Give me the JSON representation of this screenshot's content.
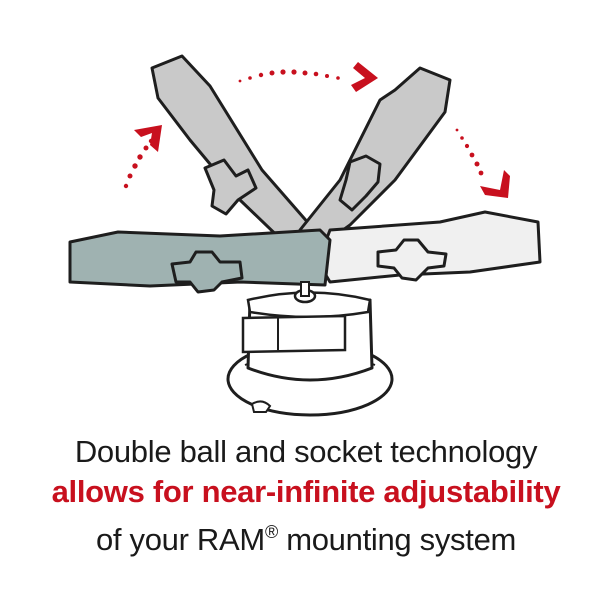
{
  "caption": {
    "line1": "Double ball and socket technology",
    "line2": "allows for near-infinite adjustability",
    "line3_pre": "of your RAM",
    "line3_reg": "®",
    "line3_post": " mounting system"
  },
  "colors": {
    "accent_red": "#c8101e",
    "arm_grey": "#c9c9c9",
    "arm_teal": "#9fb2b1",
    "arm_light": "#f0f0f0",
    "outline": "#1e1e1e",
    "text": "#1a1a1a"
  },
  "illustration": {
    "subject": "ram-double-socket-arm-suction-mount",
    "motion_arrows": [
      "arrow-up-left",
      "arrow-right-top",
      "arrow-down-right"
    ]
  }
}
